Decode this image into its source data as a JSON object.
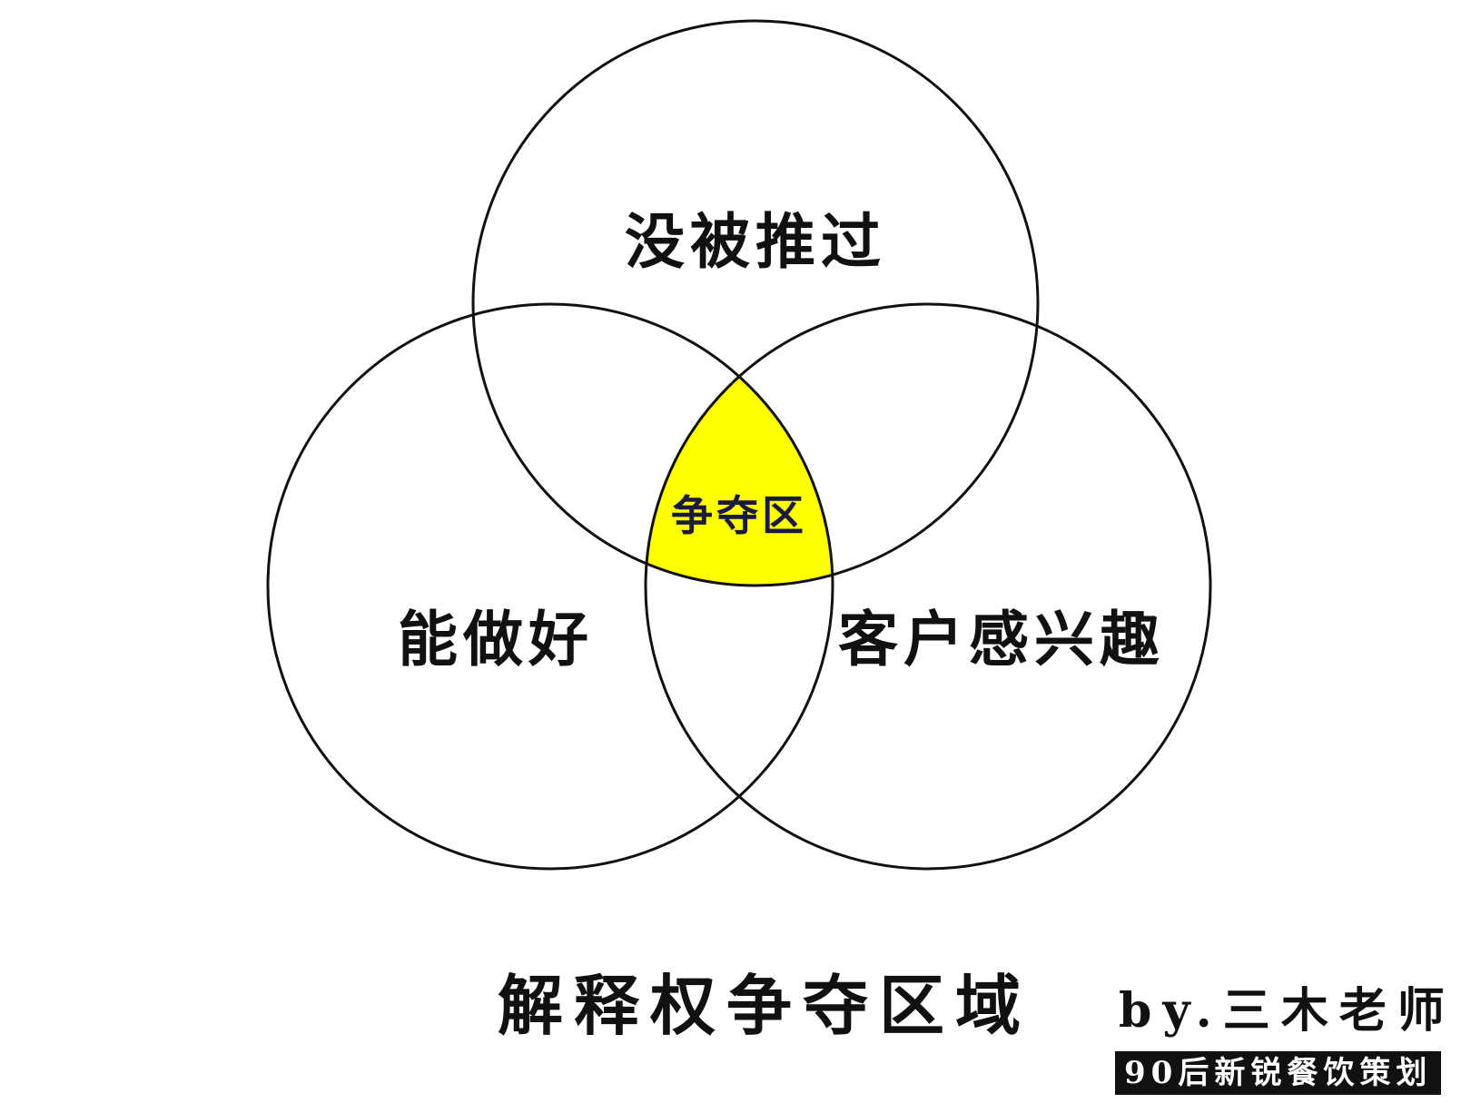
{
  "diagram": {
    "type": "venn-3",
    "sets": [
      {
        "key": "top",
        "label": "没被推过"
      },
      {
        "key": "left",
        "label": "能做好"
      },
      {
        "key": "right",
        "label": "客户感兴趣"
      }
    ],
    "intersection": {
      "label": "争夺区",
      "fill_color": "#ffff00",
      "text_color": "#1a1a3a"
    },
    "stroke_color": "#111111"
  },
  "caption": {
    "title": "解释权争夺区域",
    "author": "by.三木老师",
    "org": "90后新锐餐饮策划"
  }
}
